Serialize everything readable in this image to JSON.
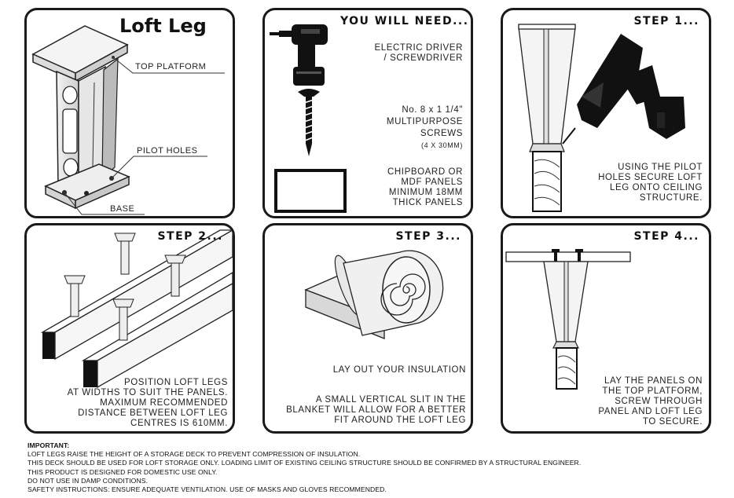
{
  "panels": {
    "loft_leg": {
      "title": "Loft Leg",
      "labels": {
        "top_platform": "TOP PLATFORM",
        "pilot_holes": "PILOT HOLES",
        "base": "BASE"
      }
    },
    "you_will_need": {
      "title": "YOU WILL NEED...",
      "driver": [
        "ELECTRIC DRIVER",
        "/ SCREWDRIVER"
      ],
      "screws": [
        "No. 8 x 1 1/4\"",
        "MULTIPURPOSE",
        "SCREWS"
      ],
      "screws_size": "(4 x 30mm)",
      "panels": [
        "CHIPBOARD OR",
        "MDF PANELS",
        "MINIMUM 18MM",
        "THICK PANELS"
      ]
    },
    "step1": {
      "title": "STEP 1...",
      "text": [
        "USING THE PILOT",
        "HOLES SECURE LOFT",
        "LEG ONTO CEILING",
        "STRUCTURE."
      ]
    },
    "step2": {
      "title": "STEP 2...",
      "text": [
        "POSITION LOFT LEGS",
        "AT WIDTHS TO SUIT THE PANELS.",
        "MAXIMUM RECOMMENDED",
        "DISTANCE BETWEEN LOFT LEG",
        "CENTRES IS 610MM."
      ]
    },
    "step3": {
      "title": "STEP 3...",
      "text_top": "LAY OUT YOUR INSULATION",
      "text_bottom": [
        "A SMALL VERTICAL SLIT IN THE",
        "BLANKET WILL ALLOW FOR A BETTER",
        "FIT AROUND THE LOFT LEG"
      ]
    },
    "step4": {
      "title": "STEP 4...",
      "text": [
        "LAY THE PANELS ON",
        "THE TOP PLATFORM,",
        "SCREW THROUGH",
        "PANEL AND LOFT LEG",
        "TO SECURE."
      ]
    }
  },
  "footer": {
    "heading": "IMPORTANT:",
    "lines": [
      "LOFT LEGS RAISE THE HEIGHT OF A STORAGE DECK TO PREVENT COMPRESSION OF INSULATION.",
      "THIS DECK SHOULD BE USED FOR LOFT STORAGE ONLY. LOADING LIMIT OF EXISTING CEILING STRUCTURE SHOULD BE CONFIRMED BY A STRUCTURAL ENGINEER.",
      "THIS PRODUCT IS DESIGNED FOR DOMESTIC USE ONLY.",
      "DO NOT USE IN DAMP CONDITIONS.",
      "SAFETY INSTRUCTIONS: ENSURE ADEQUATE VENTILATION. USE OF MASKS AND GLOVES RECOMMENDED."
    ]
  }
}
